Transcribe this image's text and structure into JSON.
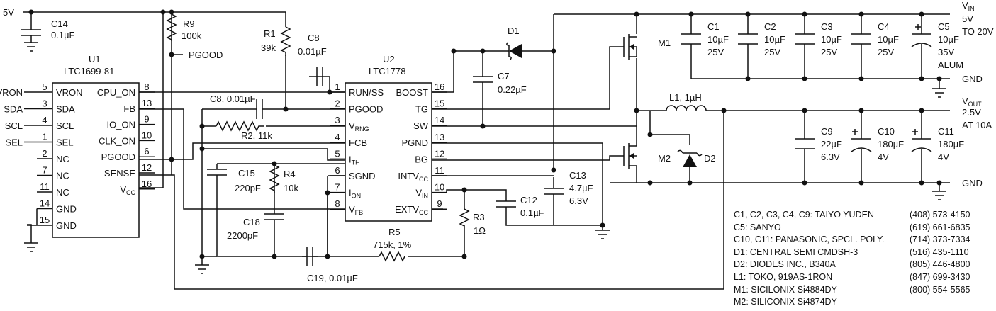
{
  "labels": {
    "5v_in": "5V",
    "c14": "C14",
    "c14v": "0.1µF",
    "r9": "R9",
    "r9v": "100k",
    "pgood_net": "PGOOD",
    "r1": "R1",
    "r1v": "39k",
    "c8a": "C8",
    "c8av": "0.01µF",
    "c8b": "C8, 0.01µF",
    "r2": "R2, 11k",
    "d1": "D1",
    "c7": "C7",
    "c7v": "0.22µF",
    "m1": "M1",
    "m2": "M2",
    "d2": "D2",
    "l1": "L1, 1µH",
    "c13": "C13",
    "c13v1": "4.7µF",
    "c13v2": "6.3V",
    "c12": "C12",
    "c12v": "0.1µF",
    "r3": "R3",
    "r3v": "1Ω",
    "r5": "R5",
    "r5v": "715k, 1%",
    "c15": "C15",
    "c15v": "220pF",
    "r4": "R4",
    "r4v": "10k",
    "c18": "C18",
    "c18v": "2200pF",
    "c19": "C19, 0.01µF",
    "vin_top": "V",
    "vin_sub": "IN",
    "vin_v": "5V",
    "vin_range": "TO 20V",
    "vout_top": "V",
    "vout_sub": "OUT",
    "vout_v": "2.5V",
    "vout_i": "AT 10A",
    "gnd1": "GND",
    "gnd2": "GND",
    "c1": "C1",
    "c2": "C2",
    "c3": "C3",
    "c4": "C4",
    "c5": "C5",
    "cin_val": "10µF",
    "cin_volt": "25V",
    "c5_volt": "35V",
    "c5_type": "ALUM",
    "c9": "C9",
    "c9v1": "22µF",
    "c9v2": "6.3V",
    "c10": "C10",
    "c10v1": "180µF",
    "c10v2": "4V",
    "c11": "C11",
    "c11v1": "180µF",
    "c11v2": "4V"
  },
  "u1": {
    "ref": "U1",
    "part": "LTC1699-81",
    "left_pins": [
      {
        "num": "5",
        "name": "VRON",
        "net": "VRON"
      },
      {
        "num": "3",
        "name": "SDA",
        "net": "SDA"
      },
      {
        "num": "4",
        "name": "SCL",
        "net": "SCL"
      },
      {
        "num": "1",
        "name": "SEL",
        "net": "SEL"
      },
      {
        "num": "2",
        "name": "NC",
        "net": ""
      },
      {
        "num": "7",
        "name": "NC",
        "net": ""
      },
      {
        "num": "11",
        "name": "NC",
        "net": ""
      },
      {
        "num": "14",
        "name": "GND",
        "net": ""
      },
      {
        "num": "15",
        "name": "GND",
        "net": ""
      }
    ],
    "right_pins": [
      {
        "num": "8",
        "name": "CPU_ON"
      },
      {
        "num": "13",
        "name": "FB"
      },
      {
        "num": "9",
        "name": "IO_ON"
      },
      {
        "num": "10",
        "name": "CLK_ON"
      },
      {
        "num": "6",
        "name": "PGOOD"
      },
      {
        "num": "12",
        "name": "SENSE"
      },
      {
        "num": "16",
        "name": "V",
        "sub": "CC"
      }
    ]
  },
  "u2": {
    "ref": "U2",
    "part": "LTC1778",
    "left_pins": [
      {
        "num": "1",
        "name": "RUN/SS"
      },
      {
        "num": "2",
        "name": "PGOOD"
      },
      {
        "num": "3",
        "name": "V",
        "sub": "RNG"
      },
      {
        "num": "4",
        "name": "FCB"
      },
      {
        "num": "5",
        "name": "I",
        "sub": "TH"
      },
      {
        "num": "6",
        "name": "SGND"
      },
      {
        "num": "7",
        "name": "I",
        "sub": "ON"
      },
      {
        "num": "8",
        "name": "V",
        "sub": "FB"
      }
    ],
    "right_pins": [
      {
        "num": "16",
        "name": "BOOST"
      },
      {
        "num": "15",
        "name": "TG"
      },
      {
        "num": "14",
        "name": "SW"
      },
      {
        "num": "13",
        "name": "PGND"
      },
      {
        "num": "12",
        "name": "BG"
      },
      {
        "num": "11",
        "name": "INTV",
        "sub": "CC"
      },
      {
        "num": "10",
        "name": "V",
        "sub": "IN"
      },
      {
        "num": "9",
        "name": "EXTV",
        "sub": "CC"
      }
    ]
  },
  "vendors": [
    {
      "parts": "C1, C2, C3, C4, C9: TAIYO YUDEN",
      "phone": "(408) 573-4150"
    },
    {
      "parts": "C5: SANYO",
      "phone": "(619) 661-6835"
    },
    {
      "parts": "C10, C11: PANASONIC, SPCL. POLY.",
      "phone": "(714) 373-7334"
    },
    {
      "parts": "D1: CENTRAL SEMI CMDSH-3",
      "phone": "(516) 435-1110"
    },
    {
      "parts": "D2: DIODES INC., B340A",
      "phone": "(805) 446-4800"
    },
    {
      "parts": "L1: TOKO, 919AS-1RON",
      "phone": "(847) 699-3430"
    },
    {
      "parts": "M1: SICILONIX Si4884DY",
      "phone": "(800) 554-5565"
    },
    {
      "parts": "M2: SILICONIX Si4874DY",
      "phone": ""
    }
  ]
}
